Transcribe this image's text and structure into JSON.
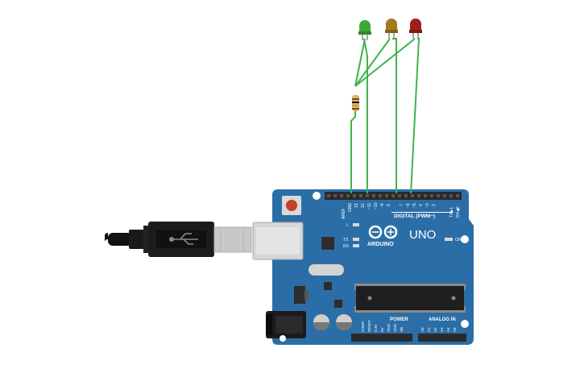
{
  "board": {
    "model": "UNO",
    "brand": "ARDUINO",
    "digital_label": "DIGITAL (PWM~)",
    "analog_label": "ANALOG IN",
    "power_label": "POWER",
    "on_label": "ON",
    "tx_label": "TX",
    "rx_label": "RX",
    "l_label": "L",
    "header_top_pins": [
      "AREF",
      "GND",
      "13",
      "12",
      "~11",
      "~10",
      "~9",
      "8",
      "7",
      "~6",
      "~5",
      "4",
      "~3",
      "2",
      "TX▶1",
      "RX◀0"
    ],
    "power_pins": [
      "IOREF",
      "RESET",
      "3.3V",
      "5V",
      "GND",
      "GND",
      "Vin"
    ],
    "analog_pins": [
      "A0",
      "A1",
      "A2",
      "A3",
      "A4",
      "A5"
    ]
  },
  "components": {
    "leds": [
      {
        "name": "green-led",
        "color": "#3aa935"
      },
      {
        "name": "yellow-led",
        "color": "#a5791d"
      },
      {
        "name": "red-led",
        "color": "#a31d1d"
      }
    ],
    "resistor": {
      "name": "resistor"
    },
    "usb_cable": {
      "name": "usb-cable"
    }
  },
  "colors": {
    "board": "#2b6ea7",
    "board_dark": "#1f5787",
    "wire": "#3fb34a",
    "header": "#2a2a2a"
  }
}
